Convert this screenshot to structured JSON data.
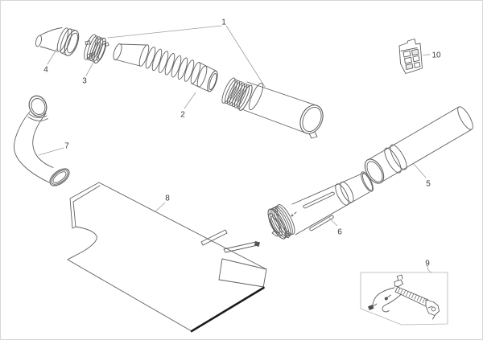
{
  "diagram": {
    "description_labels_visible": [
      "1",
      "2",
      "3",
      "4",
      "5",
      "6",
      "7",
      "8",
      "9",
      "10"
    ],
    "part_labels": [
      "1",
      "2",
      "3",
      "4",
      "5",
      "6",
      "7",
      "8",
      "9",
      "10"
    ],
    "background_color": "#ffffff",
    "line_color": "#5f5f5f",
    "leader_color": "#9e9e9e",
    "label_color": "#3a3a3a",
    "sheet_edge_color": "#1c1c1c",
    "box_border_color": "#b3b3b3",
    "shaded_fill_color": "#e9e9e9",
    "dark_detail_color": "#4a4a4a"
  }
}
